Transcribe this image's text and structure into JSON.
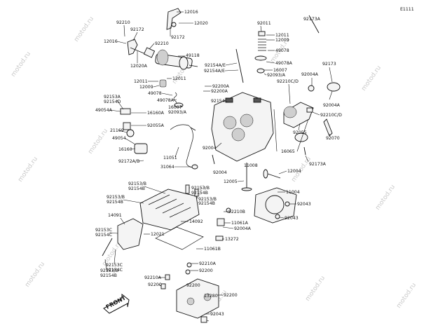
{
  "diagram_code": "E1111",
  "watermark": "motod.ru",
  "front_label": "FRONT",
  "labels": [
    "12016",
    "92210",
    "92172",
    "12020",
    "12016",
    "12020A",
    "92172",
    "92210",
    "49118",
    "12011",
    "12011",
    "12009",
    "49078",
    "49078A",
    "16007",
    "92093/A",
    "92153A",
    "92154D",
    "49054A",
    "16160A",
    "92055A",
    "21169",
    "49054",
    "16160",
    "92172A/B",
    "31064",
    "11051",
    "92154",
    "92200A",
    "92200A",
    "92154A/E",
    "92154A/E",
    "92011",
    "12011",
    "12009",
    "49078",
    "49078A",
    "16007",
    "92093/A",
    "92210C/D",
    "92173A",
    "92004A",
    "92173",
    "92004A",
    "92210C/D",
    "92055",
    "92070",
    "16065",
    "92004",
    "92004",
    "11008",
    "12004",
    "12005",
    "11004",
    "92173A",
    "92043",
    "92043",
    "92153/B",
    "92154B",
    "92153/B",
    "92154B",
    "92153/B",
    "92154B",
    "92153/B",
    "92154B",
    "14091",
    "14092",
    "92210B",
    "11061A",
    "92004A",
    "13272",
    "92153C",
    "92154C",
    "12021",
    "11061B",
    "92153C",
    "92154C",
    "92153/B",
    "92154B",
    "92210A",
    "92200",
    "92210A",
    "92200",
    "92200",
    "13280",
    "92200",
    "92043"
  ]
}
